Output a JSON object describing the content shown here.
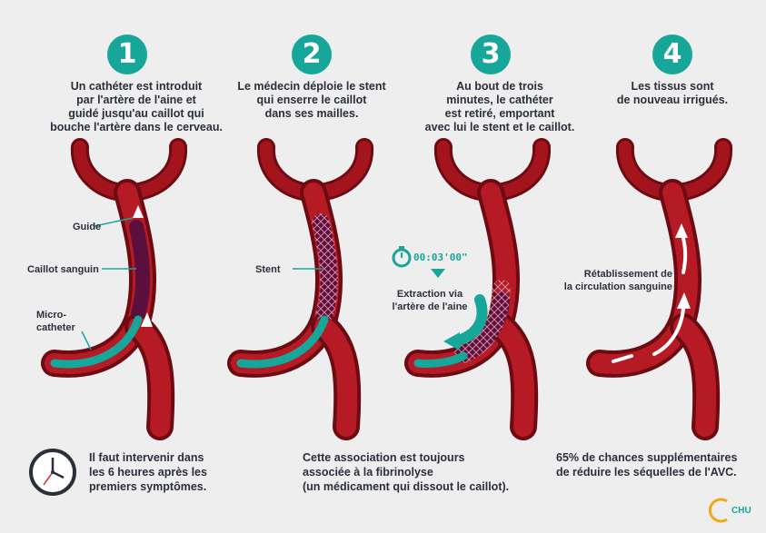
{
  "steps": [
    {
      "number": "1",
      "text": [
        "Un cathéter est introduit",
        "par l'artère de l'aine et",
        "guidé jusqu'au caillot qui",
        "bouche l'artère dans le cerveau."
      ]
    },
    {
      "number": "2",
      "text": [
        "Le médecin déploie le stent",
        "qui enserre le caillot",
        "dans ses mailles."
      ]
    },
    {
      "number": "3",
      "text": [
        "Au bout de trois",
        "minutes, le cathéter",
        "est retiré, emportant",
        "avec lui le stent et le caillot."
      ]
    },
    {
      "number": "4",
      "text": [
        "Les tissus sont",
        "de nouveau irrigués."
      ]
    }
  ],
  "labels": {
    "guide": "Guide",
    "caillot": "Caillot sanguin",
    "micro": [
      "Micro-",
      "catheter"
    ],
    "stent": "Stent",
    "timer": "00:03'00\"",
    "extraction": [
      "Extraction via",
      "l'artère de l'aine"
    ],
    "retablissement": [
      "Rétablissement de",
      "la circulation sanguine"
    ]
  },
  "footer": {
    "left": [
      "Il faut intervenir dans",
      "les 6 heures après les",
      "premiers symptômes."
    ],
    "middle": [
      "Cette association est toujours",
      "associée à la fibrinolyse",
      "(un médicament qui dissout le caillot)."
    ],
    "right": [
      "65% de chances supplémentaires",
      "de réduire les séquelles de l'AVC."
    ]
  },
  "logo": {
    "text": "CHU"
  },
  "colors": {
    "teal": "#16a69a",
    "artery": "#a3141d",
    "artery_dark": "#6e0b12",
    "clot": "#5b0f3c",
    "text": "#2a2f3a"
  }
}
